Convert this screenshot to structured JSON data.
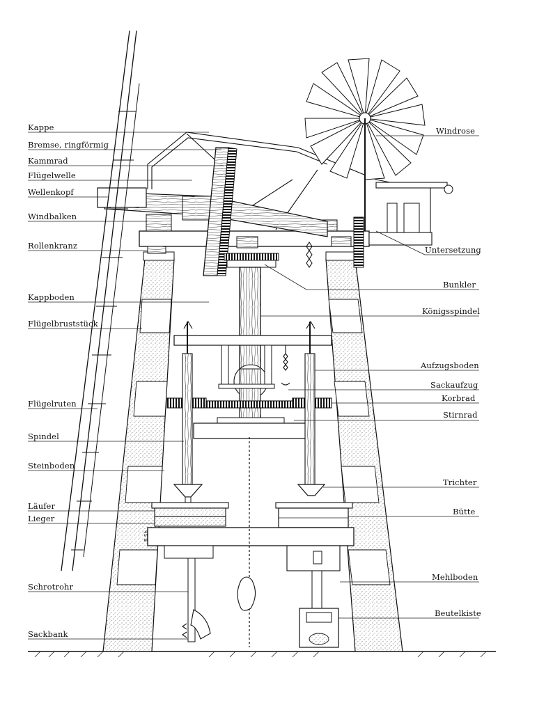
{
  "labels_left": [
    {
      "id": "kappe",
      "text": "Kappe"
    },
    {
      "id": "bremse",
      "text": "Bremse, ringförmig"
    },
    {
      "id": "kammrad",
      "text": "Kammrad"
    },
    {
      "id": "fluegelwelle",
      "text": "Flügelwelle"
    },
    {
      "id": "wellenkopf",
      "text": "Wellenkopf"
    },
    {
      "id": "windbalken",
      "text": "Windbalken"
    },
    {
      "id": "rollenkranz",
      "text": "Rollenkranz"
    },
    {
      "id": "kappboden",
      "text": "Kappboden"
    },
    {
      "id": "fluegelbruststueck",
      "text": "Flügelbruststück"
    },
    {
      "id": "fluegelruten",
      "text": "Flügelruten"
    },
    {
      "id": "spindel",
      "text": "Spindel"
    },
    {
      "id": "steinboden",
      "text": "Steinboden"
    },
    {
      "id": "laeufer",
      "text": "Läufer"
    },
    {
      "id": "lieger",
      "text": "Lieger"
    },
    {
      "id": "schrotrohr",
      "text": "Schrotrohr"
    },
    {
      "id": "sackbank",
      "text": "Sackbank"
    }
  ],
  "labels_right": [
    {
      "id": "windrose",
      "text": "Windrose"
    },
    {
      "id": "untersetzung",
      "text": "Untersetzung"
    },
    {
      "id": "bunkler",
      "text": "Bunkler"
    },
    {
      "id": "koenigsspindel",
      "text": "Königsspindel"
    },
    {
      "id": "aufzugsboden",
      "text": "Aufzugsboden"
    },
    {
      "id": "sackaufzug",
      "text": "Sackaufzug"
    },
    {
      "id": "korbrad",
      "text": "Korbrad"
    },
    {
      "id": "stirnrad",
      "text": "Stirnrad"
    },
    {
      "id": "trichter",
      "text": "Trichter"
    },
    {
      "id": "buette",
      "text": "Bütte"
    },
    {
      "id": "mehlboden",
      "text": "Mehlboden"
    },
    {
      "id": "beutelkiste",
      "text": "Beutelkiste"
    }
  ],
  "signature": "B.Sh"
}
